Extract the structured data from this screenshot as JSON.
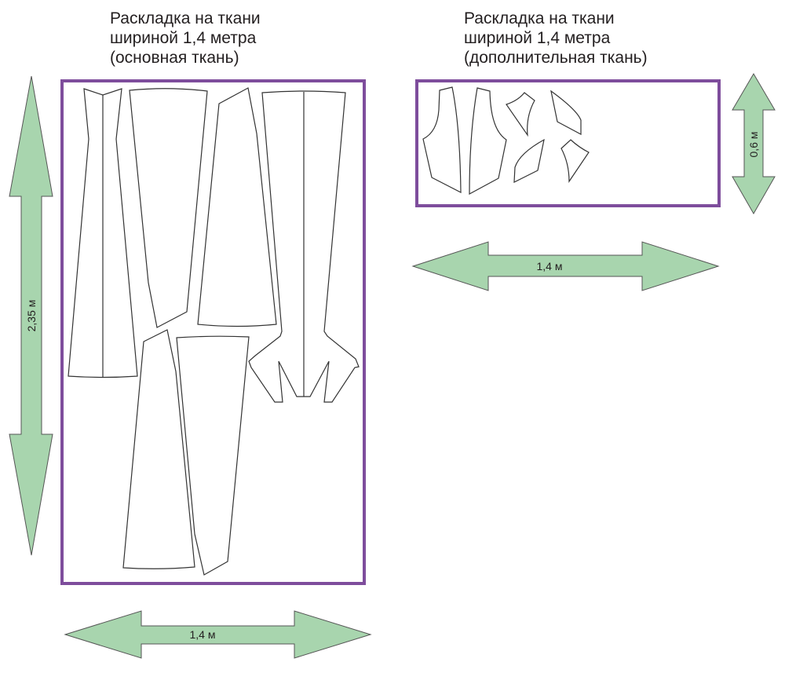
{
  "main_layout": {
    "title_lines": [
      "Раскладка на ткани",
      "шириной 1,4 метра",
      "(основная ткань)"
    ],
    "height_label": "2,35 м",
    "width_label": "1,4 м"
  },
  "extra_layout": {
    "title_lines": [
      "Раскладка на ткани",
      "шириной 1,4 метра",
      "(дополнительная ткань)"
    ],
    "height_label": "0,6 м",
    "width_label": "1,4 м"
  },
  "colors": {
    "frame": "#7e4d9c",
    "arrow": "#a8d5ae"
  }
}
